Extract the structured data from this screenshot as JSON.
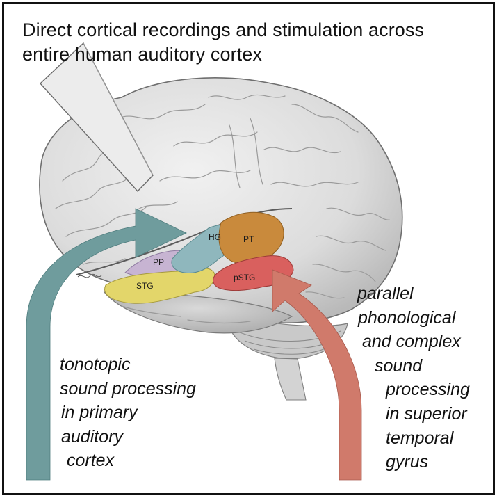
{
  "title": {
    "lines": [
      "Direct cortical recordings and stimulation across",
      "entire human auditory cortex"
    ]
  },
  "regions": {
    "hg": "HG",
    "pt": "PT",
    "pp": "PP",
    "stg": "STG",
    "pstg": "pSTG"
  },
  "captions": {
    "primary": [
      "tonotopic",
      "sound processing",
      "in primary",
      "auditory",
      "cortex"
    ],
    "superior": [
      "parallel",
      "phonological",
      "and complex",
      "sound",
      "processing",
      "in superior",
      "temporal",
      "gyrus"
    ]
  },
  "colors": {
    "primary_arrow": "#6f9c9d",
    "superior_arrow": "#d07a6b",
    "hg_region": "#8fb7bd",
    "pt_region": "#c98a3c",
    "pp_region": "#c7b4d2",
    "stg_region": "#e3d66a",
    "pstg_region": "#d9605e",
    "brain_fill": "#e4e4e4",
    "frame": "#111111"
  }
}
